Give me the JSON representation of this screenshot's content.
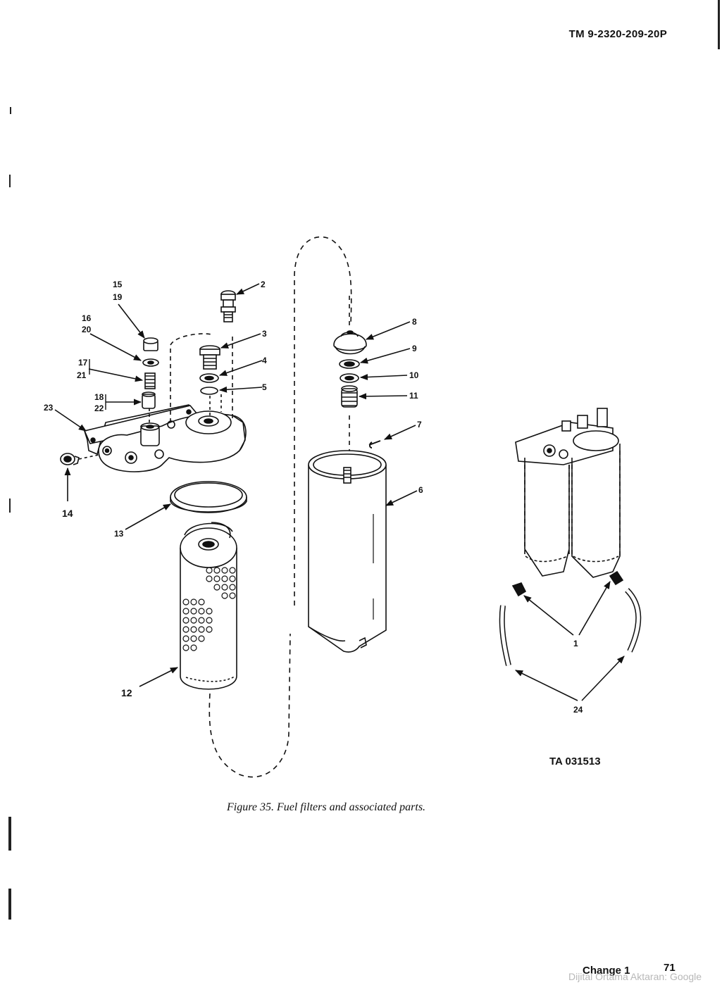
{
  "document_id": "TM 9-2320-209-20P",
  "figure_caption": "Figure 35. Fuel filters and associated parts.",
  "illustration_code": "TA 031513",
  "footer": {
    "change": "Change 1",
    "page": "71"
  },
  "watermark": "Dijital Ortama Aktaran: Google",
  "callouts": {
    "c15_19": [
      "15",
      "19"
    ],
    "c16_20": [
      "16",
      "20"
    ],
    "c17_21": [
      "17",
      "21"
    ],
    "c18_22": [
      "18",
      "22"
    ],
    "c23": "23",
    "c14": "14",
    "c13": "13",
    "c12": "12",
    "c2": "2",
    "c3": "3",
    "c4": "4",
    "c5": "5",
    "c8": "8",
    "c9": "9",
    "c10": "10",
    "c11": "11",
    "c7": "7",
    "c6": "6",
    "c1": "1",
    "c24": "24"
  }
}
